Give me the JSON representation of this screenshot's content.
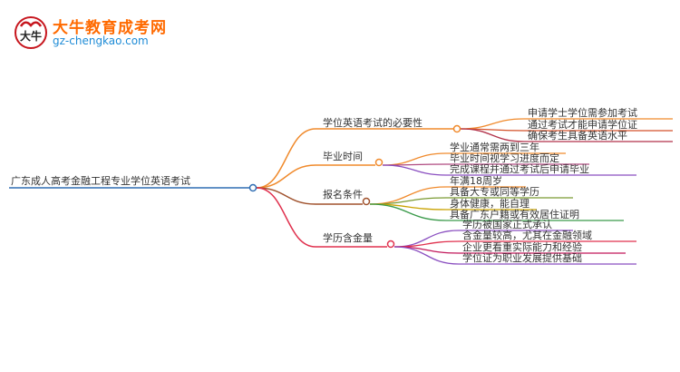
{
  "logo": {
    "name": "大牛教育成考网",
    "url": "gz-chengkao.com",
    "emblem": "大牛"
  },
  "mindmap": {
    "root": "广东成人高考金融工程专业学位英语考试",
    "branches": [
      {
        "label": "学位英语考试的必要性",
        "color": "#f08a2c",
        "children": [
          "申请学士学位需参加考试",
          "通过考试才能申请学位证",
          "确保考生具备英语水平"
        ]
      },
      {
        "label": "毕业时间",
        "color": "#f08a2c",
        "children": [
          "学业通常需两到三年",
          "毕业时间视学习进度而定",
          "完成课程并通过考试后申请毕业"
        ]
      },
      {
        "label": "报名条件",
        "color": "#a0522d",
        "children": [
          "年满18周岁",
          "具备大专或同等学历",
          "身体健康，能自理",
          "具备广东户籍或有效居住证明"
        ]
      },
      {
        "label": "学历含金量",
        "color": "#e0314e",
        "children": [
          "学历被国家正式承认",
          "含金量较高，尤其在金融领域",
          "企业更看重实际能力和经验",
          "学位证为职业发展提供基础"
        ]
      }
    ]
  }
}
